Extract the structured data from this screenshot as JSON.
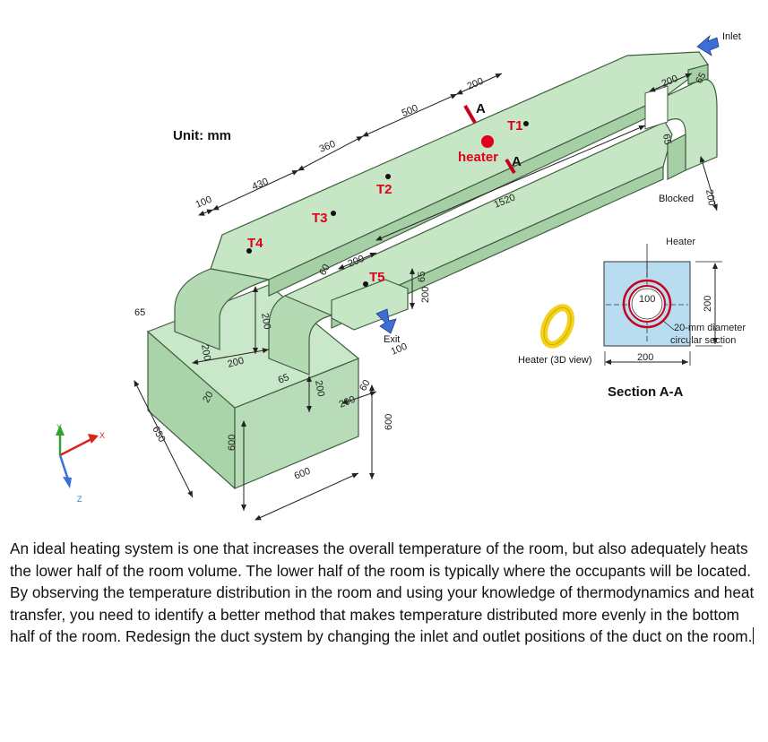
{
  "diagram": {
    "unit_label": "Unit: mm",
    "inlet_label": "Inlet",
    "exit_label": "Exit",
    "blocked_label": "Blocked",
    "heater_label": "heater",
    "heater_3d_label": "Heater (3D view)",
    "heater_section_label": "Heater",
    "section_marker": "A",
    "section_title": "Section A-A",
    "circular_note_line1": "20-mm diameter",
    "circular_note_line2": "circular section",
    "thermocouples": [
      "T1",
      "T2",
      "T3",
      "T4",
      "T5"
    ],
    "dimensions": {
      "d100_top": "100",
      "d430": "430",
      "d360": "360",
      "d500": "500",
      "d200_top": "200",
      "d1520": "1520",
      "d200_inlet": "200",
      "d65_inlet": "65",
      "d65_right": "65",
      "d200_right": "200",
      "d65_left": "65",
      "d200_left": "200",
      "d200_mid": "200",
      "d200_v": "200",
      "d20": "20",
      "d650": "650",
      "d600_left": "600",
      "d600_bottom": "600",
      "d65_bottom": "65",
      "d200_bottom": "200",
      "d200_exit": "200",
      "d60_exit": "60",
      "d600_right": "600",
      "d60_t5": "60",
      "d200_t5": "200",
      "d65_t5": "65",
      "d200_t5_v": "200",
      "d100_exit": "100",
      "sec_100": "100",
      "sec_200_h": "200",
      "sec_200_v": "200"
    },
    "axes": {
      "x": "X",
      "y": "Y",
      "z": "Z"
    },
    "colors": {
      "duct_fill": "#bfe3bf",
      "duct_edge": "#3f5f3f",
      "label_red": "#e0001b",
      "heater_yellow": "#f4d21a",
      "arrow_blue": "#3b6fd6"
    }
  },
  "text": {
    "paragraph": "An ideal heating system is one that increases the overall temperature of the room, but also adequately heats the lower half of the room volume. The lower half of the room is typically where the occupants will be located. By observing the temperature distribution in the room and using your knowledge of thermodynamics and heat transfer, you need to identify a better method that makes temperature distributed more evenly in the bottom half of the room. Redesign the duct system by changing the inlet and outlet positions of the duct on the room."
  }
}
